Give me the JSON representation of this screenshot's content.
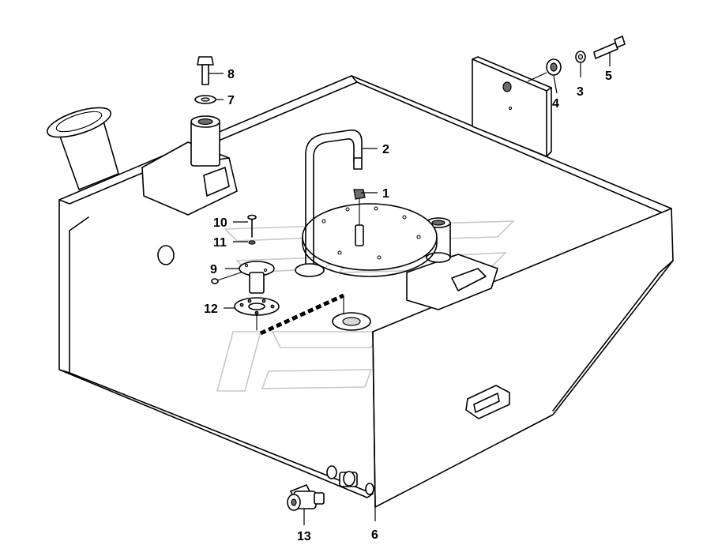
{
  "callouts": [
    {
      "id": "1",
      "text": "1"
    },
    {
      "id": "2",
      "text": "2"
    },
    {
      "id": "3",
      "text": "3"
    },
    {
      "id": "4",
      "text": "4"
    },
    {
      "id": "5",
      "text": "5"
    },
    {
      "id": "6",
      "text": "6"
    },
    {
      "id": "7",
      "text": "7"
    },
    {
      "id": "8",
      "text": "8"
    },
    {
      "id": "9",
      "text": "9"
    },
    {
      "id": "10",
      "text": "10"
    },
    {
      "id": "11",
      "text": "11"
    },
    {
      "id": "12",
      "text": "12"
    },
    {
      "id": "13",
      "text": "13"
    }
  ],
  "colors": {
    "line": "#000000",
    "shade": "#d9d9d9",
    "dark": "#6d6d6d",
    "watermark": "#c8c8c8",
    "background": "#ffffff"
  }
}
